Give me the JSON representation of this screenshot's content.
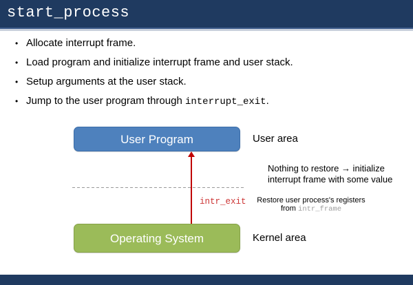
{
  "title_bar": {
    "title": "start_process"
  },
  "bullets": [
    {
      "text": "Allocate interrupt frame."
    },
    {
      "text": "Load program and initialize interrupt frame and user stack."
    },
    {
      "text": "Setup arguments at the user stack."
    },
    {
      "prefix": "Jump to the user program through ",
      "code": "interrupt_exit",
      "suffix": "."
    }
  ],
  "diagram": {
    "user_program_box": {
      "label": "User Program"
    },
    "user_area_label": "User area",
    "operating_system_box": {
      "label": "Operating System"
    },
    "kernel_area_label": "Kernel area",
    "arrow_label": "intr_exit",
    "restore_note": {
      "line1": "Nothing to restore → initialize",
      "line2": "interrupt frame with some value"
    },
    "register_note": {
      "line1": "Restore user process's registers",
      "line2_prefix": "from ",
      "line2_code": "intr_frame"
    }
  },
  "colors": {
    "header_navy": "#1F3A60",
    "accent_stripe_blue": "#3E5C8C",
    "accent_stripe_light": "#C9D0DC",
    "box_blue": "#4E81BD",
    "box_blue_border": "#3A6CA8",
    "box_green": "#9BBB59",
    "box_green_border": "#85A148",
    "arrow_red": "#C00000",
    "code_red": "#CC3333",
    "code_gray": "#9E9E9E",
    "dash_gray": "#999999"
  }
}
